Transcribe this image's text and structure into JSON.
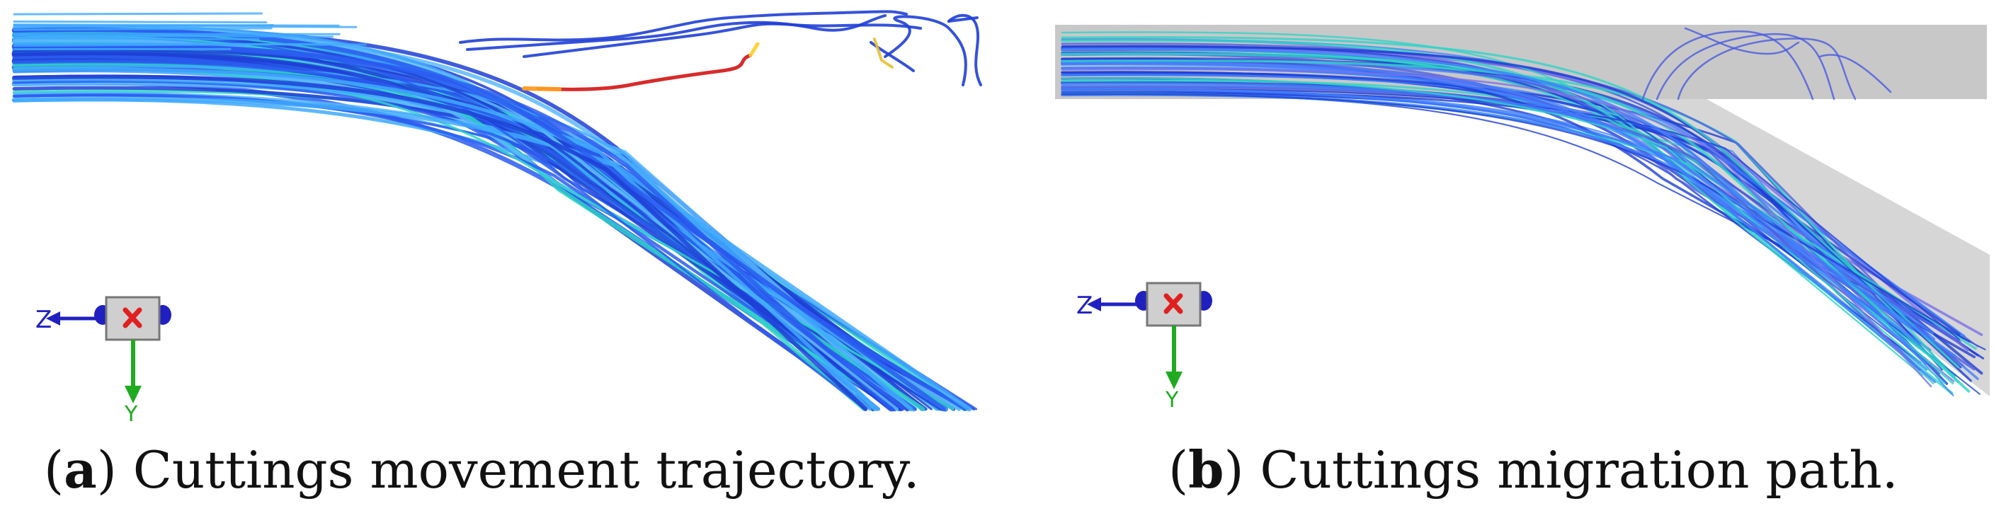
{
  "panels": [
    {
      "letter": "a",
      "caption": ") Cuttings movement trajectory.",
      "axes": {
        "horizontal": "Z",
        "vertical": "Y"
      }
    },
    {
      "letter": "b",
      "caption": ") Cuttings migration path.",
      "axes": {
        "horizontal": "Z",
        "vertical": "Y"
      }
    }
  ],
  "colors": {
    "trajectory_blue": "#1f3fd6",
    "trajectory_light": "#3fa9ff",
    "trajectory_cyan": "#2ed3c8",
    "trajectory_red": "#d62020",
    "pipe_gray": "#c8c8c8",
    "axis_blue": "#2020c0",
    "axis_green": "#1faa1f",
    "marker_red": "#e02020"
  }
}
